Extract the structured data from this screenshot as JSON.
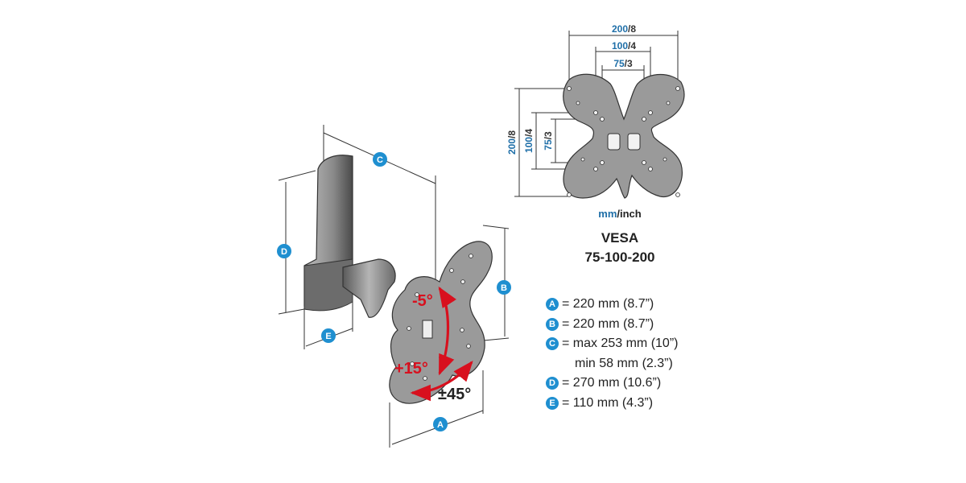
{
  "vesa_pattern": {
    "dims": [
      {
        "id": "w200",
        "blue": "200",
        "rest": "/8"
      },
      {
        "id": "w100",
        "blue": "100",
        "rest": "/4"
      },
      {
        "id": "w75",
        "blue": "75",
        "rest": "/3"
      },
      {
        "id": "h200",
        "blue": "200",
        "rest": "/8"
      },
      {
        "id": "h100",
        "blue": "100",
        "rest": "/4"
      },
      {
        "id": "h75",
        "blue": "75",
        "rest": "/3"
      }
    ],
    "units_mm": "mm",
    "units_inch": "/inch",
    "title_line1": "VESA",
    "title_line2": "75-100-200"
  },
  "angles": {
    "tilt_down": "-5°",
    "tilt_up": "+15°",
    "swivel": "±45°"
  },
  "dimension_badges": [
    "A",
    "B",
    "C",
    "D",
    "E"
  ],
  "legend": [
    {
      "letter": "A",
      "text": "= 220 mm (8.7”)"
    },
    {
      "letter": "B",
      "text": "= 220 mm (8.7”)"
    },
    {
      "letter": "C",
      "text": "= max 253 mm (10”)"
    },
    {
      "letter": "",
      "text": "min 58 mm (2.3”)"
    },
    {
      "letter": "D",
      "text": "= 270 mm (10.6”)"
    },
    {
      "letter": "E",
      "text": "= 110 mm (4.3”)"
    }
  ],
  "colors": {
    "accent_blue": "#1f8fd0",
    "dimension_blue": "#1f6fa8",
    "angle_red": "#d8101e",
    "plate_grey": "#9a9a9a"
  }
}
